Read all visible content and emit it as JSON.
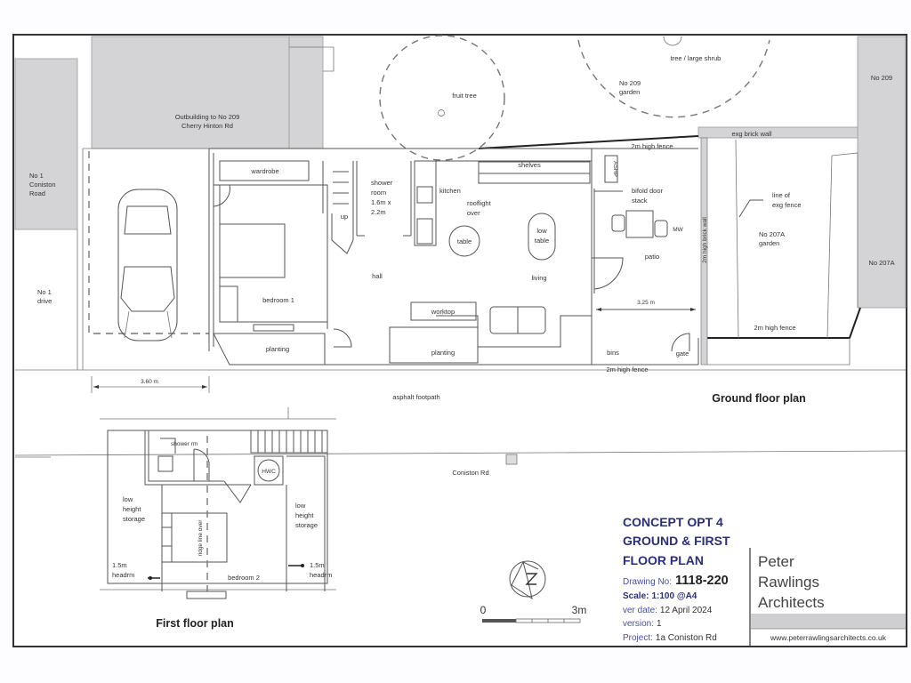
{
  "drawing": {
    "title_lines": [
      "CONCEPT OPT 4",
      "GROUND & FIRST",
      "FLOOR PLAN"
    ],
    "drawing_no_label": "Drawing No:",
    "drawing_no": "1118-220",
    "scale_label": "Scale:",
    "scale": "1:100 @A4",
    "ver_date_label": "ver date:",
    "ver_date": "12 April 2024",
    "version_label": "version:",
    "version": "1",
    "project_label": "Project:",
    "project": "1a Coniston Rd",
    "firm_lines": [
      "Peter",
      "Rawlings",
      "Architects"
    ],
    "firm_url": "www.peterrawlingsarchitects.co.uk",
    "colors": {
      "title_blue": "#2a2f7a",
      "label_blue": "#4a4fa0",
      "neighbour_grey": "#d4d3d6"
    }
  },
  "ground_floor": {
    "title": "Ground floor plan",
    "neighbours": {
      "outbuilding": [
        "Outbuilding to No 209",
        "Cherry Hinton Rd"
      ],
      "no1_road": [
        "No 1",
        "Coniston",
        "Road"
      ],
      "no1_drive": [
        "No 1",
        "drive"
      ],
      "no209": "No 209",
      "no209_garden": [
        "No 209",
        "garden"
      ],
      "no207a": "No 207A",
      "no207a_garden": [
        "No 207A",
        "garden"
      ]
    },
    "trees": {
      "fruit_tree": "fruit tree",
      "large_tree": "tree / large shrub"
    },
    "rooms": {
      "wardrobe": "wardrobe",
      "bedroom1": "bedroom 1",
      "shower_room": [
        "shower",
        "room",
        "1.6m x",
        "2.2m"
      ],
      "up": "up",
      "hall": "hall",
      "kitchen": "kitchen",
      "rooflight": [
        "rooflight",
        "over"
      ],
      "table": "table",
      "low_table": [
        "low",
        "table"
      ],
      "shelves": "shelves",
      "living": "living",
      "worktop": "worktop",
      "planting_left": "planting",
      "planting_right": "planting",
      "ashp": "ASHP",
      "bifold": [
        "bifold door",
        "stack"
      ],
      "mw": "MW",
      "patio": "patio",
      "bins": "bins",
      "gate": "gate"
    },
    "annotations": {
      "fence_top": "2m high fence",
      "exg_brick_wall": "exg brick wall",
      "brick_wall_vertical": "2m high brick wall",
      "line_of_fence": [
        "line of",
        "exg fence"
      ],
      "fence_bottom_right": "2m high fence",
      "fence_bottom": "2m high fence",
      "asphalt": "asphalt footpath",
      "road": "Coniston Rd"
    },
    "dimensions": {
      "drive_width": "3.60 m",
      "patio_width": "3.25 m"
    }
  },
  "first_floor": {
    "title": "First floor plan",
    "rooms": {
      "shower_rm": "shower rm",
      "hwc": "HWC",
      "storage_left": [
        "low",
        "height",
        "storage"
      ],
      "storage_right": [
        "low",
        "height",
        "storage"
      ],
      "ridge": "ridge line over",
      "bedroom2": "bedroom 2",
      "headrm_left": [
        "1.5m",
        "headrm"
      ],
      "headrm_right": [
        "1.5m",
        "headrm"
      ]
    }
  },
  "scale_bar": {
    "start": "0",
    "end": "3m"
  }
}
